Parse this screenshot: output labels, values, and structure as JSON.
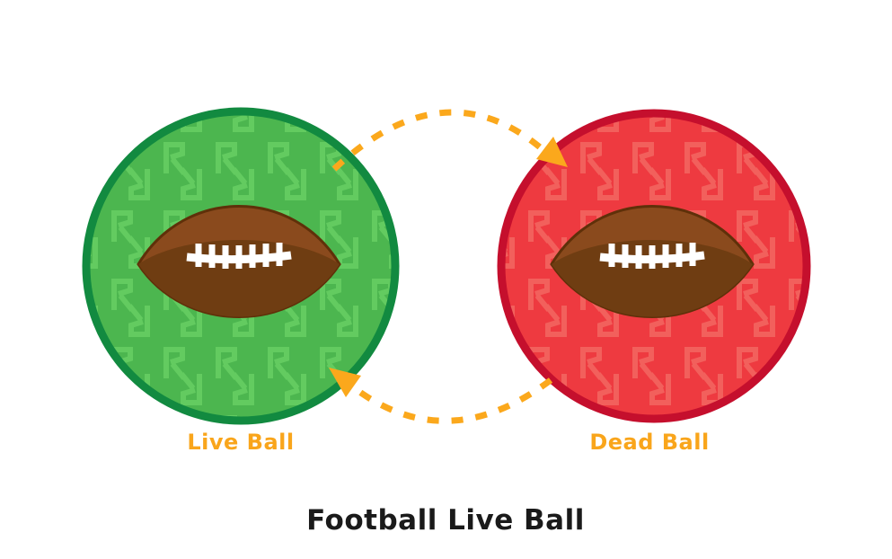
{
  "title": "Football Live Ball",
  "diagram": {
    "live_label": "Live Ball",
    "dead_label": "Dead Ball"
  },
  "colors": {
    "background": "#FFFFFF",
    "live_fill": "#4CB64F",
    "live_pattern": "#63CB60",
    "live_border": "#128A40",
    "dead_fill": "#EE3A40",
    "dead_pattern": "#F2605C",
    "dead_border": "#C50F2D",
    "arrow": "#FBA81C",
    "label": "#F9A51B",
    "title": "#1A1A1A",
    "football_body": "#6F3D12",
    "football_highlight": "#8A4A1D",
    "football_outline": "#5F3009",
    "laces": "#FFFFFF"
  }
}
